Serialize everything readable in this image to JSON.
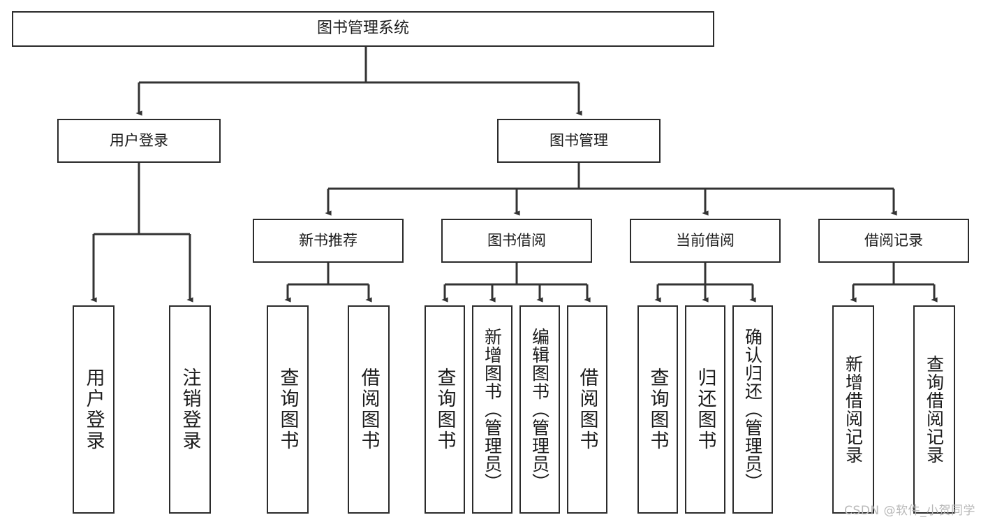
{
  "diagram": {
    "title": "图书管理系统",
    "root": {
      "id": "root",
      "label": "图书管理系统"
    },
    "level2": [
      {
        "id": "user-login",
        "label": "用户登录"
      },
      {
        "id": "book-manage",
        "label": "图书管理"
      }
    ],
    "level3": [
      {
        "id": "new-book-recommend",
        "label": "新书推荐"
      },
      {
        "id": "book-borrow",
        "label": "图书借阅"
      },
      {
        "id": "current-borrow",
        "label": "当前借阅"
      },
      {
        "id": "borrow-record",
        "label": "借阅记录"
      }
    ],
    "leaves": {
      "user_login": [
        {
          "id": "leaf-user-login",
          "label": "用户登录"
        },
        {
          "id": "leaf-logout",
          "label": "注销登录"
        }
      ],
      "new_book_recommend": [
        {
          "id": "leaf-query-book-1",
          "label": "查询图书"
        },
        {
          "id": "leaf-borrow-book-1",
          "label": "借阅图书"
        }
      ],
      "book_borrow": [
        {
          "id": "leaf-query-book-2",
          "label": "查询图书"
        },
        {
          "id": "leaf-add-book",
          "label": "新增图书（管理员）"
        },
        {
          "id": "leaf-edit-book",
          "label": "编辑图书（管理员）"
        },
        {
          "id": "leaf-borrow-book-2",
          "label": "借阅图书"
        }
      ],
      "current_borrow": [
        {
          "id": "leaf-query-book-3",
          "label": "查询图书"
        },
        {
          "id": "leaf-return-book",
          "label": "归还图书"
        },
        {
          "id": "leaf-confirm-return",
          "label": "确认归还（管理员）"
        }
      ],
      "borrow_record": [
        {
          "id": "leaf-add-record",
          "label": "新增借阅记录"
        },
        {
          "id": "leaf-query-record",
          "label": "查询借阅记录"
        }
      ]
    },
    "colors": {
      "border": "#2b2b2b",
      "line": "#333333",
      "background": "#ffffff",
      "text": "#1b1b1b",
      "watermark": "#b8b8b8"
    }
  },
  "watermark": {
    "text": "CSDN @软件_小贺同学"
  }
}
